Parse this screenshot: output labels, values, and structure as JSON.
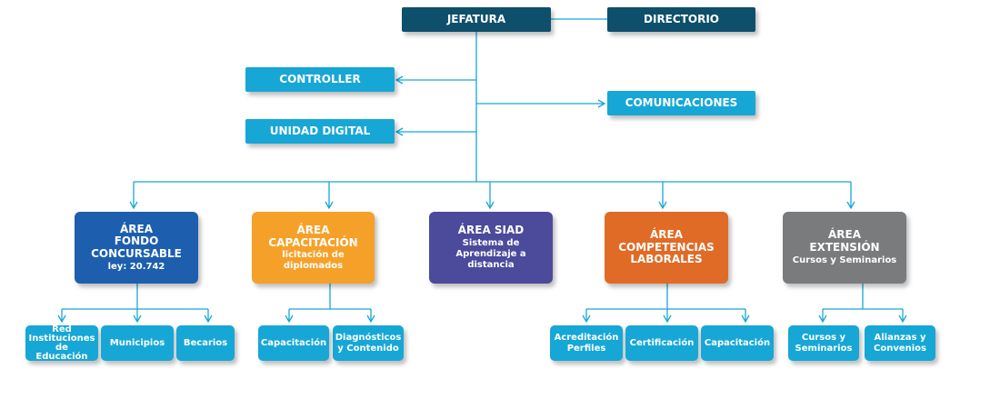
{
  "top": {
    "jefatura": "JEFATURA",
    "directorio": "DIRECTORIO"
  },
  "staff": {
    "controller": "CONTROLLER",
    "unidad_digital": "UNIDAD DIGITAL",
    "comunicaciones": "COMUNICACIONES"
  },
  "areas": [
    {
      "line1": "ÁREA",
      "line2": "FONDO CONCURSABLE",
      "line3": "ley: 20.742",
      "color": "#1d5fae"
    },
    {
      "line1": "ÁREA",
      "line2": "CAPACITACIÓN",
      "line3": "licitación de diplomados",
      "color": "#f5a129"
    },
    {
      "line1": "ÁREA SIAD",
      "line2": "Sistema de Aprendizaje a",
      "line3": "distancia",
      "color": "#4b4a9b"
    },
    {
      "line1": "ÁREA",
      "line2": "COMPETENCIAS",
      "line3": "LABORALES",
      "color": "#e06b26"
    },
    {
      "line1": "ÁREA",
      "line2": "EXTENSIÓN",
      "line3": "Cursos y Seminarios",
      "color": "#7a7b7d"
    }
  ],
  "leaves": {
    "fondo": [
      "Red Instituciones de Educación",
      "Municipios",
      "Becarios"
    ],
    "capacitacion": [
      "Capacitación",
      "Diagnósticos y Contenido"
    ],
    "competencias": [
      "Acreditación Perfiles",
      "Certificación",
      "Capacitación"
    ],
    "extension": [
      "Cursos y Seminarios",
      "Alianzas y Convenios"
    ]
  },
  "colors": {
    "connector": "#17a7d6",
    "top_box": "#0e4f6b",
    "staff_box": "#17a7d6"
  }
}
